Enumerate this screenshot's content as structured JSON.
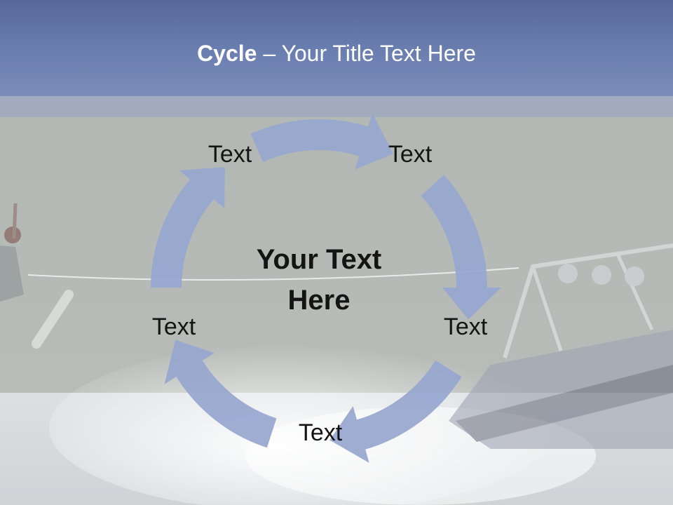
{
  "slide": {
    "title_bold": "Cycle",
    "title_rest": " – Your Title Text Here",
    "center_line1": "Your Text",
    "center_line2": "Here",
    "labels": [
      "Text",
      "Text",
      "Text",
      "Text",
      "Text"
    ]
  },
  "colors": {
    "title_bar": "#6b7fb0",
    "arrow_fill": "#97a6cf",
    "text": "#141414",
    "title_text": "#ffffff"
  },
  "icons": [
    "cycle-arrow-icon"
  ]
}
